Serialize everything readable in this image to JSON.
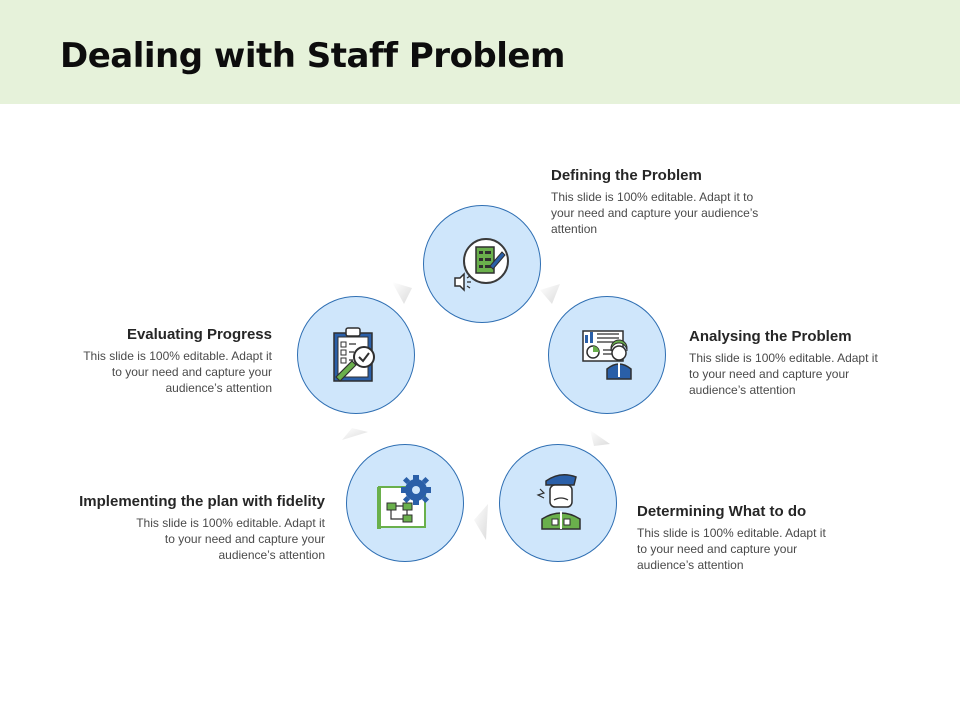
{
  "slide": {
    "title": "Dealing with Staff Problem"
  },
  "steps": [
    {
      "heading": "Defining the Problem",
      "desc": "This slide is 100% editable. Adapt it to your need and capture your audience’s attention",
      "icon": "checklist-icon"
    },
    {
      "heading": "Analysing the Problem",
      "desc": "This slide is 100% editable. Adapt it to your need and capture your audience’s attention",
      "icon": "presenter-chart-icon"
    },
    {
      "heading": "Determining What to do",
      "desc": "This slide is 100% editable. Adapt it to your need and capture your audience’s attention",
      "icon": "stressed-worker-icon"
    },
    {
      "heading": "Implementing the plan with fidelity",
      "desc": "This slide is 100% editable. Adapt it to your need and capture your audience’s attention",
      "icon": "flowchart-gear-icon"
    },
    {
      "heading": "Evaluating Progress",
      "desc": "This slide is 100% editable. Adapt it to your need and capture your audience’s attention",
      "icon": "clipboard-magnifier-icon"
    }
  ],
  "colors": {
    "header_band": "#e6f2da",
    "circle_fill": "#cfe6fb",
    "circle_border": "#2f6fb3",
    "icon_green": "#6ab04c",
    "icon_blue": "#2a5fa8"
  }
}
